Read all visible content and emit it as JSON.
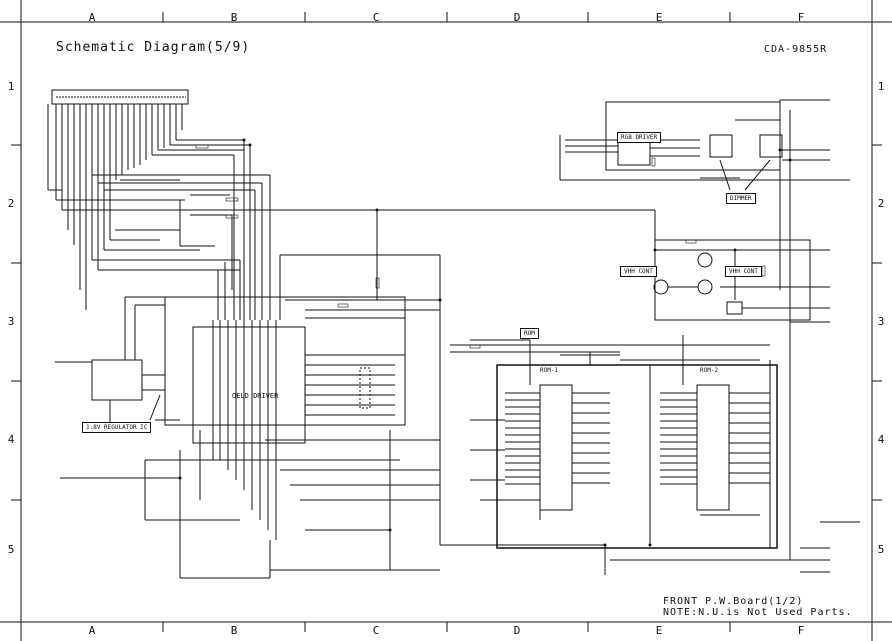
{
  "title": "Schematic Diagram(5/9)",
  "model": "CDA-9855R",
  "footer": {
    "board": "FRONT P.W.Board(1/2)",
    "note": "NOTE:N.U.is Not Used Parts."
  },
  "grid": {
    "columns": [
      "A",
      "B",
      "C",
      "D",
      "E",
      "F"
    ],
    "rows": [
      "1",
      "2",
      "3",
      "4",
      "5"
    ]
  },
  "blocks": {
    "rgb_driver": "RGB DRIVER",
    "dimmer": "DIMMER",
    "vhh_cont_1": "VHH CONT",
    "vhh_cont_2": "VHH CONT",
    "rom": "ROM",
    "rom_1": "ROM-1",
    "rom_2": "ROM-2",
    "oeld_driver": "OELD DRIVER",
    "regulator": "1.8V REGULATOR IC"
  },
  "colors": {
    "line": "#111111",
    "paper": "#ffffff"
  }
}
